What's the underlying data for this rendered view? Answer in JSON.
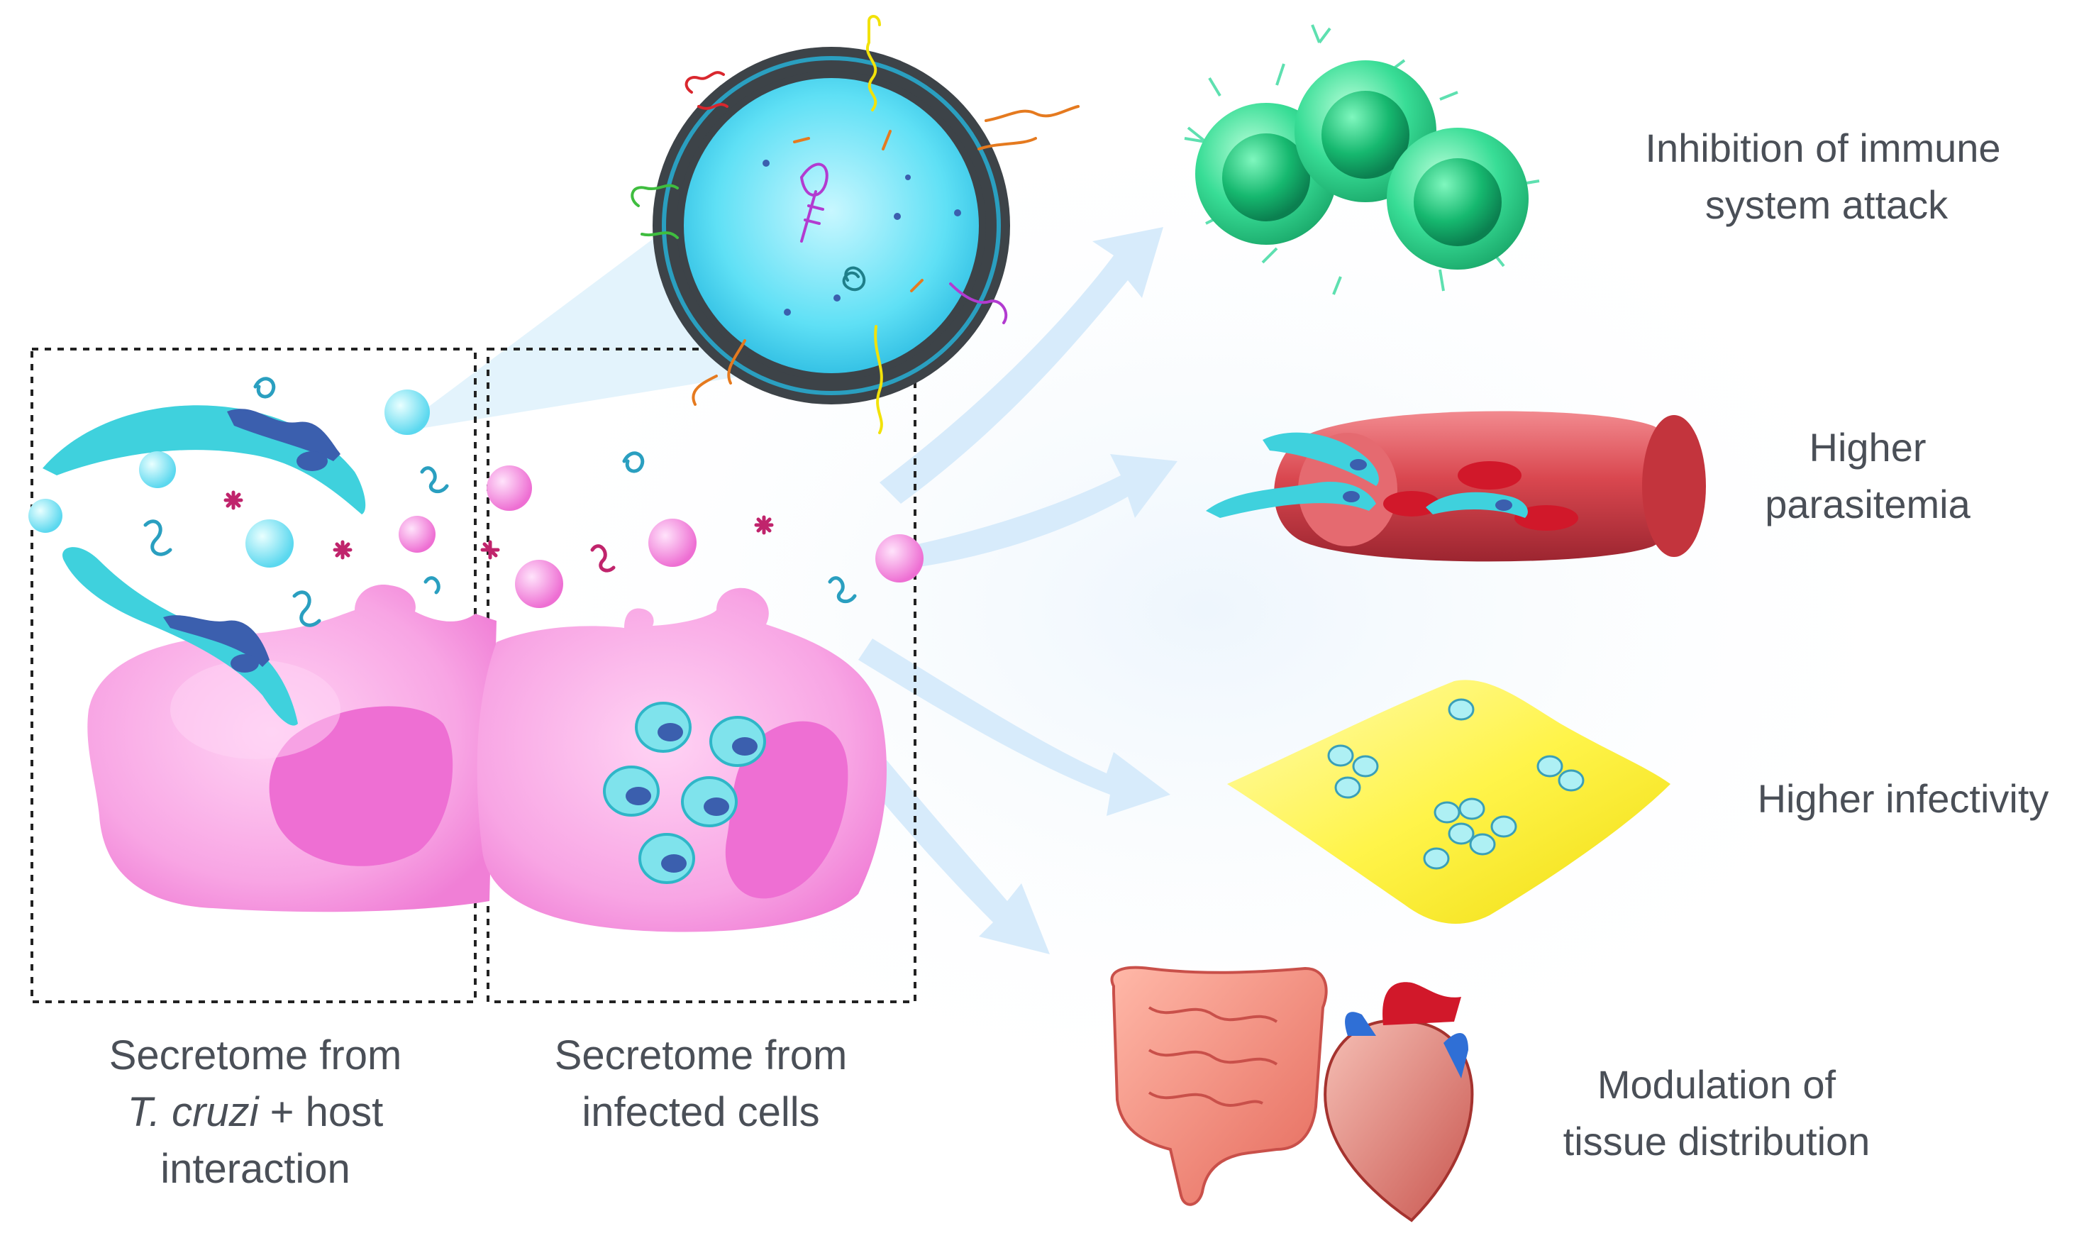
{
  "panels": {
    "left_caption": {
      "line1": "Secretome from",
      "line2_italic": "T. cruzi",
      "line2_rest": " + host",
      "line3": "interaction"
    },
    "middle_caption": {
      "line1": "Secretome from",
      "line2": "infected cells"
    }
  },
  "outcomes": [
    {
      "line1": "Inhibition of immune",
      "line2": "system attack"
    },
    {
      "line1": "Higher",
      "line2": "parasitemia"
    },
    {
      "line1": "Higher infectivity",
      "line2": ""
    },
    {
      "line1": "Modulation of",
      "line2": "tissue distribution"
    }
  ],
  "colors": {
    "host_cell": "#f8a5e4",
    "host_cell_dark": "#ee6fd3",
    "parasite": "#33cfd9",
    "parasite_dark": "#3b5fae",
    "vesicle_lumen": "#5fe0f5",
    "membrane": "#3d4348",
    "immune_cell": "#2fd48f",
    "blood_vessel": "#d9474f",
    "tissue": "#fff44a",
    "arrow": "#d7ebfb",
    "text": "#4a4f57"
  }
}
